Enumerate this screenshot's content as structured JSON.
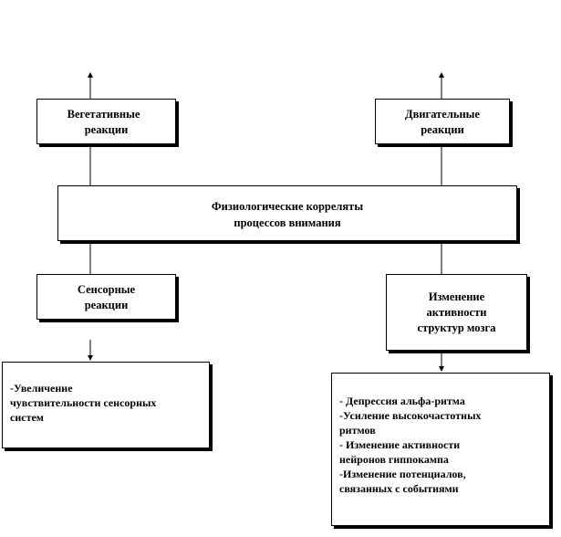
{
  "center": {
    "line1": "Физиологические корреляты",
    "line2": "процессов внимания"
  },
  "vegetative": {
    "line1": "Вегетативные",
    "line2": "реакции"
  },
  "motor": {
    "line1": "Двигательные",
    "line2": "реакции"
  },
  "sensory": {
    "line1": "Сенсорные",
    "line2": "реакции"
  },
  "brain": {
    "line1": "Изменение",
    "line2": "активности",
    "line3": "структур  мозга"
  },
  "sensory_effects": [
    "-Увеличение",
    "чувствительности сенсорных",
    "систем"
  ],
  "brain_effects": [
    "- Депрессия альфа-ритма",
    "-Усиление высокочастотных",
    "ритмов",
    "- Изменение активности",
    "нейронов гиппокампа",
    "-Изменение потенциалов,",
    "связанных с событиями"
  ]
}
